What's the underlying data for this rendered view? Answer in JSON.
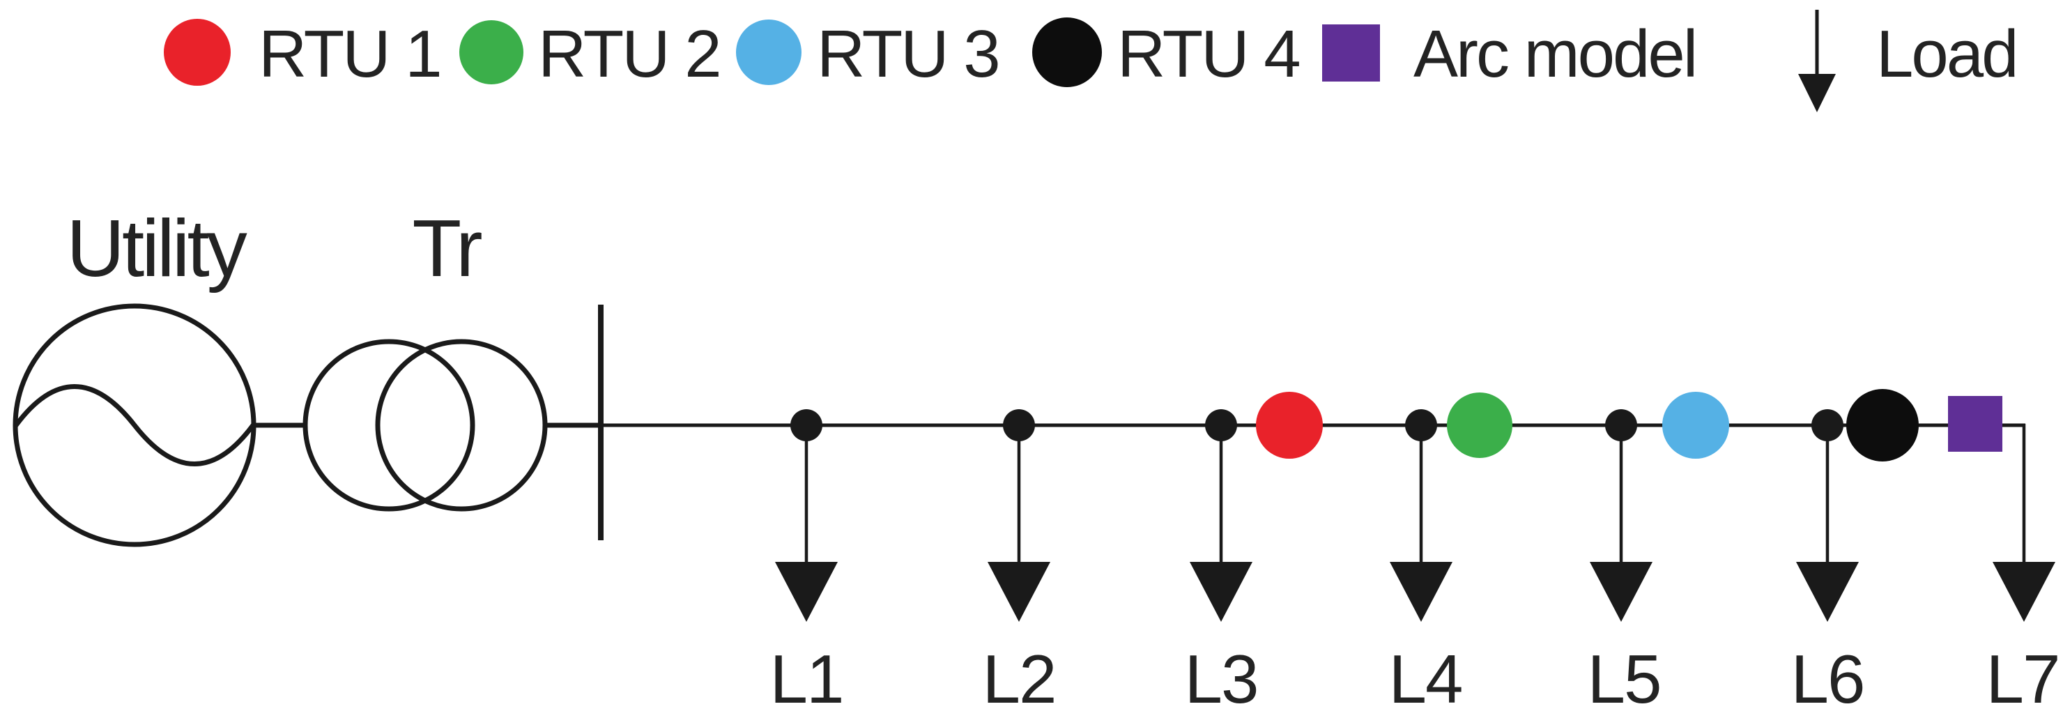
{
  "figure": {
    "background_color": "#ffffff",
    "line_color": "#1a1a1a",
    "text_color": "#232323"
  },
  "legend": {
    "items": [
      {
        "label": "RTU 1",
        "marker": "circle",
        "color": "#E9222A"
      },
      {
        "label": "RTU 2",
        "marker": "circle",
        "color": "#3BAF4A"
      },
      {
        "label": "RTU 3",
        "marker": "circle",
        "color": "#55B1E5"
      },
      {
        "label": "RTU 4",
        "marker": "circle",
        "color": "#0D0D0D"
      },
      {
        "label": "Arc model",
        "marker": "square",
        "color": "#5F2F96"
      },
      {
        "label": "Load",
        "marker": "down-arrow",
        "color": "#1a1a1a"
      }
    ]
  },
  "diagram": {
    "source_label": "Utility",
    "transformer_label": "Tr",
    "loads": [
      {
        "label": "L1"
      },
      {
        "label": "L2"
      },
      {
        "label": "L3"
      },
      {
        "label": "L4"
      },
      {
        "label": "L5"
      },
      {
        "label": "L6"
      },
      {
        "label": "L7"
      }
    ],
    "markers_on_feeder": [
      {
        "name": "RTU 1",
        "shape": "circle",
        "color": "#E9222A",
        "located_after_tap": "L3"
      },
      {
        "name": "RTU 2",
        "shape": "circle",
        "color": "#3BAF4A",
        "located_after_tap": "L4"
      },
      {
        "name": "RTU 3",
        "shape": "circle",
        "color": "#55B1E5",
        "located_after_tap": "L5"
      },
      {
        "name": "RTU 4",
        "shape": "circle",
        "color": "#0D0D0D",
        "located_after_tap": "L6"
      },
      {
        "name": "Arc model",
        "shape": "square",
        "color": "#5F2F96",
        "located_after_tap": "L6"
      }
    ]
  }
}
